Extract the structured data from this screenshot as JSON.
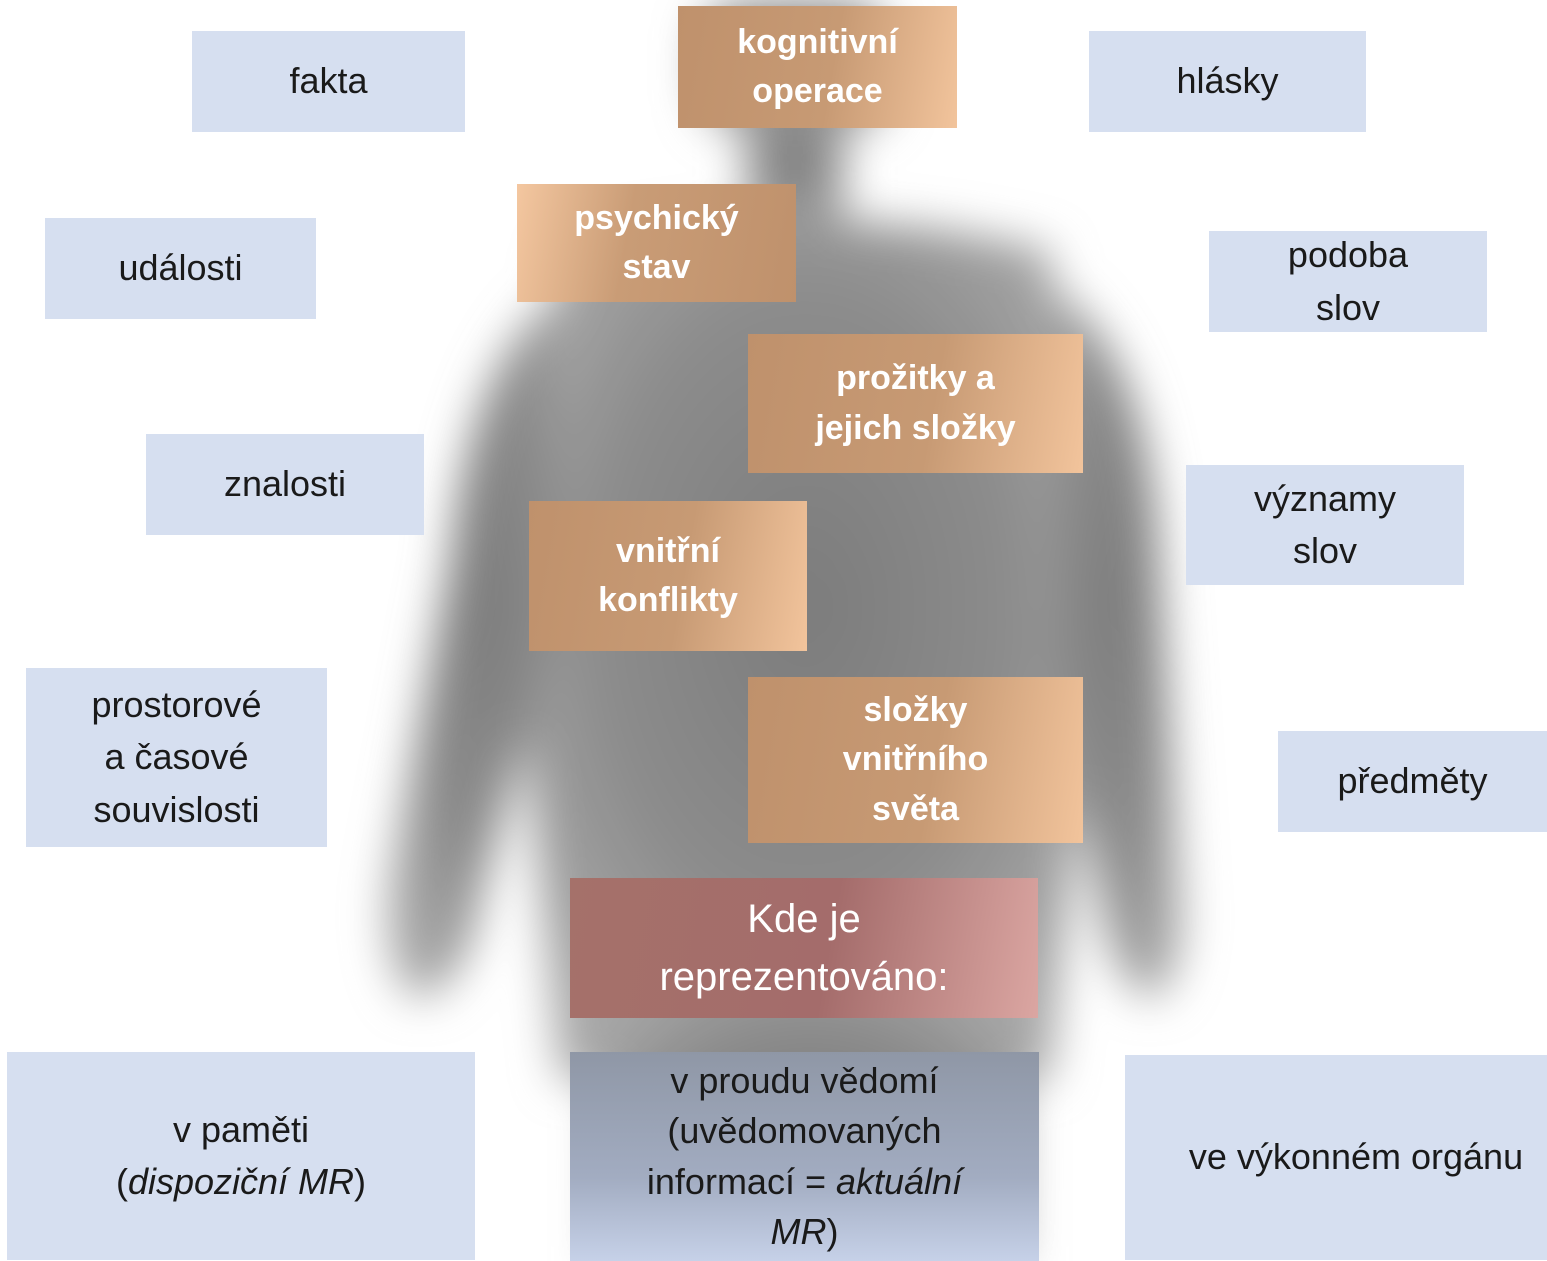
{
  "orange_boxes": {
    "kognitivni": [
      "kognitivní",
      "operace"
    ],
    "psychicky": [
      "psychický",
      "stav"
    ],
    "prozitky": [
      "prožitky a",
      "jejich složky"
    ],
    "konflikty": [
      "vnitřní",
      "konflikty"
    ],
    "slozky": [
      "složky",
      "vnitřního",
      "světa"
    ]
  },
  "left_boxes": {
    "fakta": "fakta",
    "udalosti": "události",
    "znalosti": "znalosti",
    "prostorove": [
      "prostorové",
      "a časové",
      "souvislosti"
    ]
  },
  "right_boxes": {
    "hlasky": "hlásky",
    "podoba": [
      "podoba",
      "slov"
    ],
    "vyznamy": [
      "významy",
      "slov"
    ],
    "predmety": "předměty"
  },
  "question": [
    "Kde je",
    "reprezentováno:"
  ],
  "locations": {
    "pamet": {
      "line1": "v paměti",
      "open": "(",
      "term": "dispoziční MR",
      "close": ")"
    },
    "proud": {
      "line1": "v proudu vědomí",
      "line2": "(uvědomovaných",
      "line3_plain": "informací = ",
      "line3_term": "aktuální",
      "line4_term": "MR",
      "line4_close": ")"
    },
    "organ": "ve výkonném orgánu"
  },
  "colors": {
    "blue_box": "#d6dff0",
    "orange_box": "#c99c76",
    "red_box": "#a46c6b",
    "silhouette": "#8a8a8a"
  }
}
